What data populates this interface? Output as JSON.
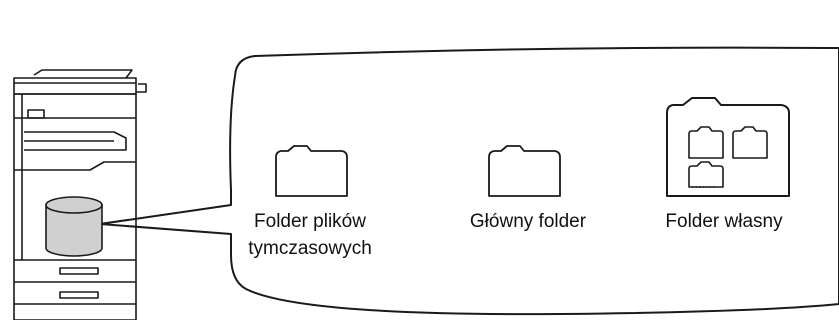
{
  "labels": {
    "temp_folder_line1": "Folder plików",
    "temp_folder_line2": "tymczasowych",
    "main_folder": "Główny folder",
    "custom_folder": "Folder własny"
  },
  "icons": {
    "device": "multifunction-printer-icon",
    "storage": "hard-disk-icon",
    "folder": "folder-icon",
    "folder_group": "folder-group-icon"
  },
  "colors": {
    "stroke": "#1a1a1a",
    "disk_fill": "#d0d0d0",
    "background": "#ffffff"
  }
}
